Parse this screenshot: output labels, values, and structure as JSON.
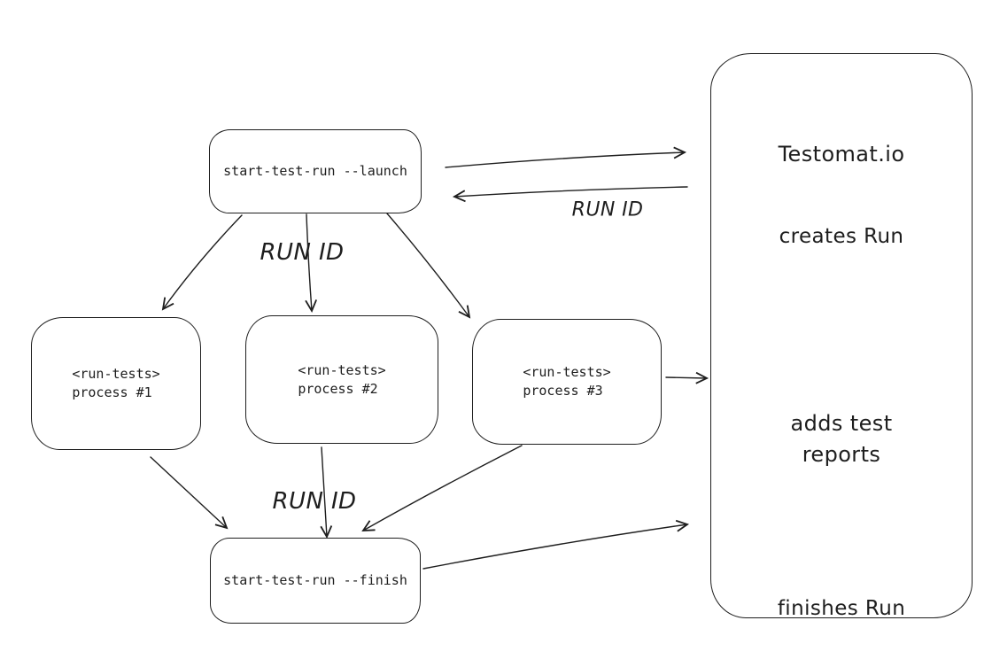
{
  "diagram": {
    "colors": {
      "stroke": "#1e1e1e",
      "background": "#ffffff"
    },
    "nodes": {
      "launch": {
        "label": "start-test-run --launch"
      },
      "process1": {
        "line1": "<run-tests>",
        "line2": "process #1"
      },
      "process2": {
        "line1": "<run-tests>",
        "line2": "process #2"
      },
      "process3": {
        "line1": "<run-tests>",
        "line2": "process #3"
      },
      "finish": {
        "label": "start-test-run --finish"
      },
      "testomat": {
        "title": "Testomat.io",
        "step_creates": "creates Run",
        "step_adds_line1": "adds test",
        "step_adds_line2": "reports",
        "step_finishes": "finishes Run"
      }
    },
    "edge_labels": {
      "fanout_run_id": "RUN ID",
      "return_run_id": "RUN ID",
      "fanin_run_id": "RUN ID"
    },
    "edges": [
      {
        "from": "launch",
        "to": "testomat",
        "label": ""
      },
      {
        "from": "testomat",
        "to": "launch",
        "label": "RUN ID"
      },
      {
        "from": "launch",
        "to": "process1",
        "label": "RUN ID"
      },
      {
        "from": "launch",
        "to": "process2",
        "label": "RUN ID"
      },
      {
        "from": "launch",
        "to": "process3",
        "label": "RUN ID"
      },
      {
        "from": "process1",
        "to": "finish",
        "label": "RUN ID"
      },
      {
        "from": "process2",
        "to": "finish",
        "label": "RUN ID"
      },
      {
        "from": "process3",
        "to": "finish",
        "label": "RUN ID"
      },
      {
        "from": "process3",
        "to": "testomat",
        "label": ""
      },
      {
        "from": "finish",
        "to": "testomat",
        "label": ""
      }
    ]
  }
}
